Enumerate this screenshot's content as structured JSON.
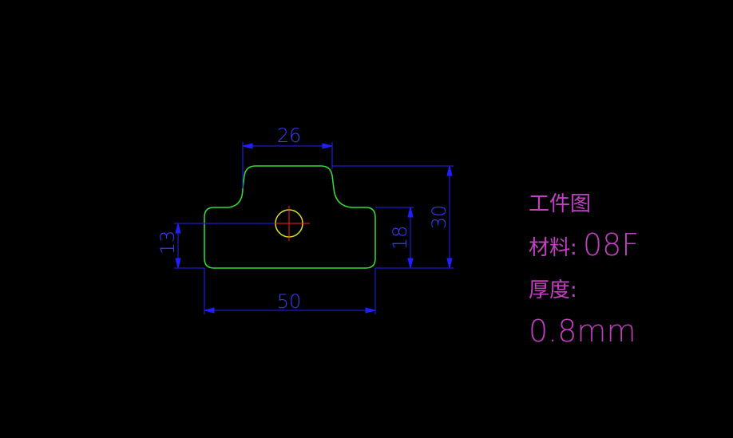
{
  "colors": {
    "background": "#000000",
    "part_outline": "#33e033",
    "dimension": "#2020ff",
    "center_mark": "#ff2020",
    "hole": "#e0e020",
    "notes": "#c040c0"
  },
  "dimensions": {
    "top_width": "26",
    "bottom_width": "50",
    "total_height": "30",
    "lower_height": "18",
    "hole_height": "13"
  },
  "notes": {
    "title": "工件图",
    "material_label": "材料:",
    "material_value": "08F",
    "thickness_label": "厚度:",
    "thickness_value": "0.8mm"
  }
}
